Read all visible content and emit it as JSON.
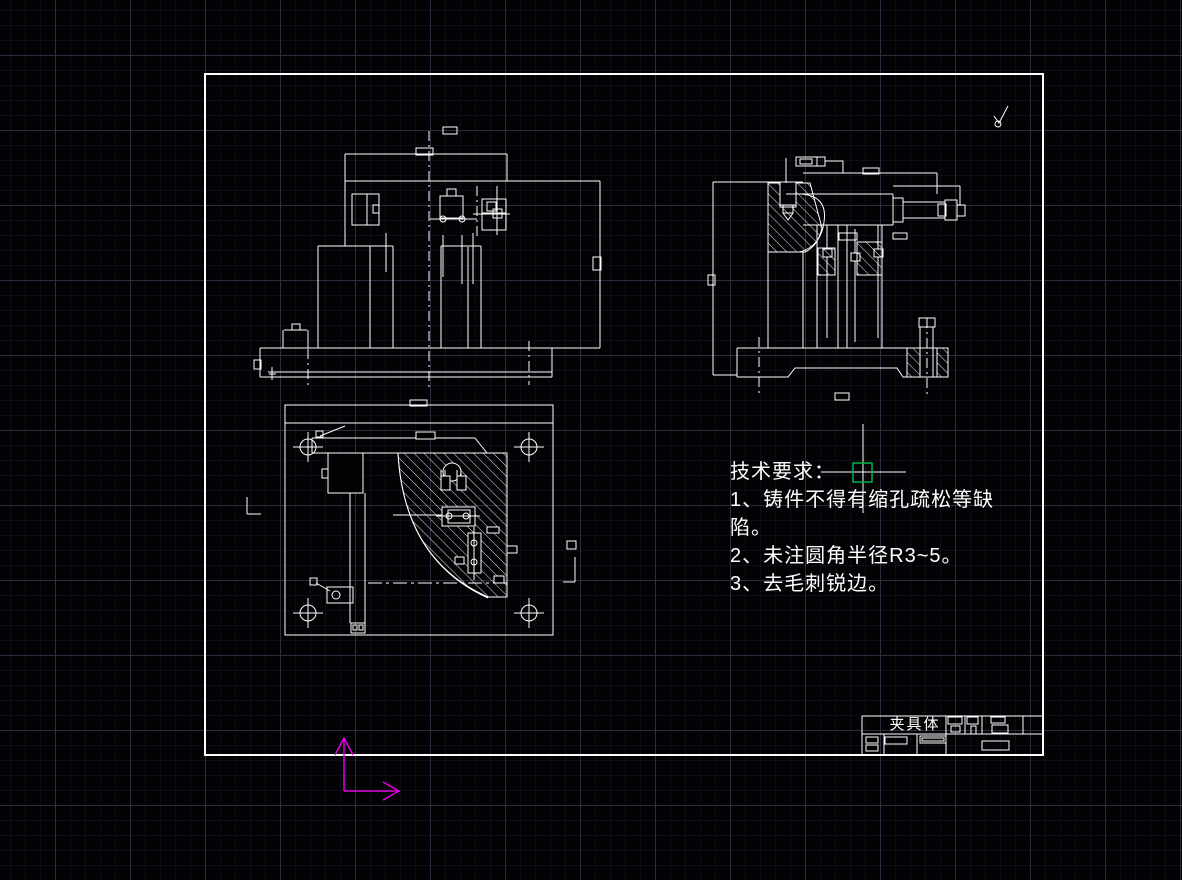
{
  "app": {
    "name": "CAD model space canvas",
    "colors": {
      "bg": "#020205",
      "grid-major": "#2d2d3f",
      "grid-minor": "#0d0d15",
      "line": "#ffffff",
      "frame": "#ffffff",
      "pickbox": "#00b34d",
      "crosshair": "#ffffff",
      "ucs": "#e100e1"
    }
  },
  "tech_requirements": {
    "title": "技术要求：",
    "lines": [
      "1、铸件不得有缩孔疏松等缺",
      "陷。",
      "2、未注圆角半径R3~5。",
      "3、去毛刺锐边。"
    ]
  },
  "title_block": {
    "part_name": "夹具体"
  }
}
